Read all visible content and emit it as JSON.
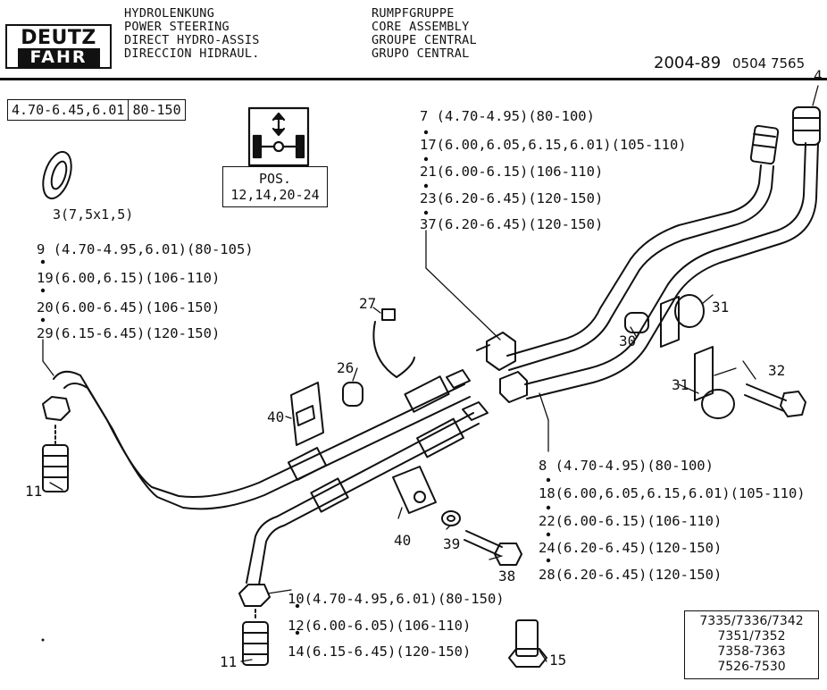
{
  "header": {
    "brand_line1": "DEUTZ",
    "brand_line2": "FAHR",
    "group_left": [
      "HYDROLENKUNG",
      "POWER STEERING",
      "DIRECT HYDRO-ASSIS",
      "DIRECCION HIDRAUL."
    ],
    "group_right": [
      "RUMPFGRUPPE",
      "CORE ASSEMBLY",
      "GROUPE CENTRAL",
      "GRUPO CENTRAL"
    ],
    "page_code": "2004-89",
    "doc_number": "0504 7565"
  },
  "applicability": {
    "models": "4.70-6.45,6.01",
    "range": "80-150"
  },
  "pos_box": {
    "title": "POS.",
    "positions": "12,14,20-24"
  },
  "reference_box": [
    "7335/7336/7342",
    "7351/7352",
    "7358-7363",
    "7526-7530"
  ],
  "parts": {
    "p3": "3(7,5x1,5)",
    "group_top": [
      "7 (4.70-4.95)(80-100)",
      "17(6.00,6.05,6.15,6.01)(105-110)",
      "21(6.00-6.15)(106-110)",
      "23(6.20-6.45)(120-150)",
      "37(6.20-6.45)(120-150)"
    ],
    "group_left": [
      "9 (4.70-4.95,6.01)(80-105)",
      "19(6.00,6.15)(106-110)",
      "20(6.00-6.45)(106-150)",
      "29(6.15-6.45)(120-150)"
    ],
    "group_right": [
      "8 (4.70-4.95)(80-100)",
      "18(6.00,6.05,6.15,6.01)(105-110)",
      "22(6.00-6.15)(106-110)",
      "24(6.20-6.45)(120-150)",
      "28(6.20-6.45)(120-150)"
    ],
    "group_bottom": [
      "10(4.70-4.95,6.01)(80-150)",
      "12(6.00-6.05)(106-110)",
      "14(6.15-6.45)(120-150)"
    ],
    "callouts": {
      "c4": "4",
      "c11a": "11",
      "c11b": "11",
      "c15": "15",
      "c26": "26",
      "c27": "27",
      "c30": "30",
      "c31a": "31",
      "c31b": "31",
      "c32": "32",
      "c38": "38",
      "c39": "39",
      "c40a": "40",
      "c40b": "40"
    }
  }
}
